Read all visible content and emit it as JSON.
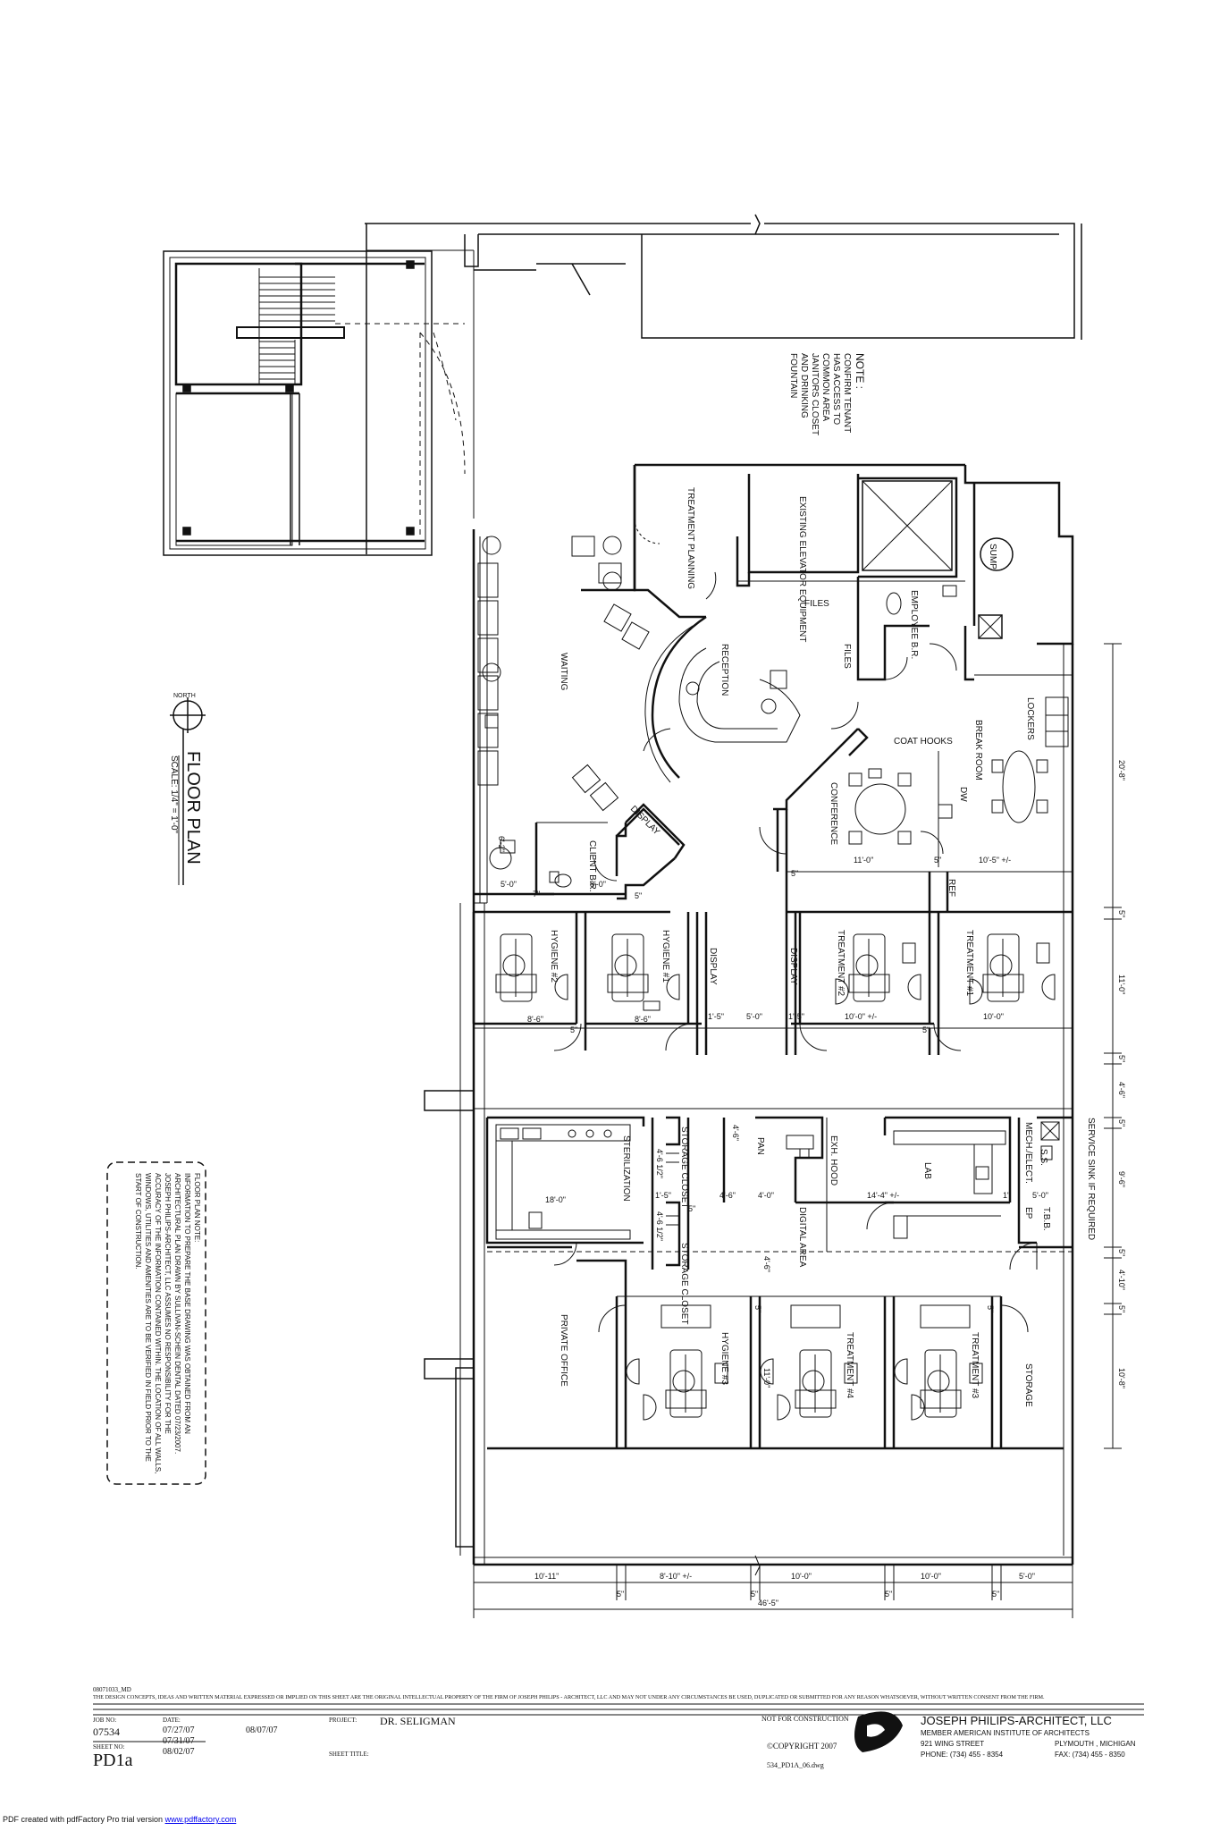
{
  "rooms": {
    "waiting": "WAITING",
    "reception": "RECEPTION",
    "treatment_planning": "TREATMENT PLANNING",
    "existing_elevator": "EXISTING ELEVATOR EQUIPMENT",
    "files_1": "FILES",
    "files_2": "FILES",
    "employee_bathroom": "EMPLOYEE B.R.",
    "sump": "SUMP",
    "client_bathroom": "CLIENT B.R.",
    "display_1": "DISPLAY",
    "display_2": "DISPLAY",
    "display_3": "DISPLAY",
    "coat_hooks": "COAT HOOKS",
    "conference": "CONFERENCE",
    "break_room": "BREAK ROOM",
    "dw": "DW",
    "lockers": "LOCKERS",
    "ref": "REF",
    "hygiene_2": "HYGIENE #2",
    "hygiene_1": "HYGIENE #1",
    "treatment_2": "TREATMENT #2",
    "treatment_1": "TREATMENT #1",
    "sterilization": "STERILIZATION",
    "storage_closet_1": "STORAGE CLOSET",
    "storage_closet_2": "STORAGE CLOSET",
    "pan": "PAN",
    "exh_hood": "EXH. HOOD",
    "digital_area": "DIGITAL AREA",
    "lab": "LAB",
    "mech_elect": "MECH./ELECT.",
    "ss": "S.S.",
    "ep": "EP",
    "tbb": "T.B.B.",
    "service_sink": "SERVICE SINK IF REQUIRED",
    "private_office": "PRIVATE OFFICE",
    "hygiene_3": "HYGIENE #3",
    "treatment_4": "TREATMENT #4",
    "treatment_3": "TREATMENT #3",
    "storage": "STORAGE"
  },
  "note": {
    "heading": "NOTE :",
    "lines": [
      "CONFIRM TENANT",
      "HAS ACCESS TO",
      "COMMON AREA",
      "JANITORS CLOSET",
      "AND DRINKING",
      "FOUNTAIN"
    ]
  },
  "floor_plan_title": {
    "north": "NORTH",
    "title": "FLOOR PLAN",
    "scale": "SCALE: 1/4\" = 1'-0\""
  },
  "floor_plan_note": {
    "heading": "FLOOR PLAN NOTE:",
    "lines": [
      "INFORMATION TO PREPARE THE BASE DRAWING WAS OBTAINED FROM AN",
      "ARCHITECTURAL PLAN DRAWN BY SULLIVAN-SCHEIN DENTAL DATED 07/23/2007.",
      "JOSEPH PHILIPS-ARCHITECT, LLC ASSUMES NO RESPONSIBILITY FOR THE",
      "ACCURACY OF THE INFORMATION CONTAINED WITHIN. THE LOCATION OF ALL WALLS,",
      "WINDOWS, UTILITIES AND AMENITIES ARE TO BE VERIFIED IN FIELD PRIOR TO THE",
      "START OF CONSTRUCTION."
    ]
  },
  "dimensions": {
    "d_20_8": "20'-8\"",
    "d_5_a": "5\"",
    "d_11_0_right": "11'-0\"",
    "d_5_b": "5\"",
    "d_4_6_right": "4'-6\"",
    "d_5_c": "5\"",
    "d_9_6": "9'-6\"",
    "d_5_d": "5\"",
    "d_4_10_right": "4'-10\"",
    "d_5_e": "5\"",
    "d_10_8": "10'-8\"",
    "d_6_2": "6'-2\"",
    "d_5_0_a": "5'-0\"",
    "d_7": "7\"",
    "d_8_0": "8'-0\"",
    "d_5_f": "5\"",
    "d_11_0_conf": "11'-0\"",
    "d_5_g": "5\"",
    "d_10_5": "10'-5\" +/-",
    "d_5_h": "5\"",
    "d_8_6_a": "8'-6\"",
    "d_5_i": "5\"",
    "d_8_6_b": "8'-6\"",
    "d_1_5_a": "1'-5\"",
    "d_5_0_mid": "5'-0\"",
    "d_1_5_b": "1'-5\"",
    "d_10_0_a": "10'-0\" +/-",
    "d_5_j": "5\"",
    "d_10_0_b": "10'-0\"",
    "d_4_6_pan": "4'-6\"",
    "d_4_6_st1": "4'-6 1/2\"",
    "d_18_0": "18'-0\"",
    "d_1_5_c": "1'-5\"",
    "d_5_k": "5\"",
    "d_4_6_st2": "4'-6 1/2\"",
    "d_4_6_mid": "4'-6\"",
    "d_4_0": "4'-0\"",
    "d_14_4": "14'-4\" +/-",
    "d_1": "1\"",
    "d_5_0_b": "5'-0\"",
    "d_4_6_low": "4'-6\"",
    "d_11_0_low": "11'-0\"",
    "d_5_l": "5\"",
    "d_5_m": "5\"",
    "d_10_11": "10'-11\"",
    "d_8_10": "8'-10\" +/-",
    "d_10_0_c": "10'-0\"",
    "d_10_0_d": "10'-0\"",
    "d_5_0_c": "5'-0\"",
    "d_5_n": "5\"",
    "d_5_o": "5\"",
    "d_5_p": "5\"",
    "d_5_q": "5\"",
    "d_46_5": "46'-5\""
  },
  "title_block": {
    "file_id": "08071033_MD",
    "disclaimer": "THE DESIGN CONCEPTS, IDEAS AND WRITTEN MATERIAL EXPRESSED OR IMPLIED ON THIS SHEET ARE THE ORIGINAL INTELLECTUAL PROPERTY OF THE FIRM OF JOSEPH PHILIPS - ARCHITECT, LLC AND MAY NOT UNDER ANY CIRCUMSTANCES BE USED, DUPLICATED OR SUBMITTED FOR ANY REASON WHATSOEVER, WITHOUT WRITTEN CONSENT FROM THE FIRM.",
    "job_no_label": "JOB NO:",
    "job_no": "07534",
    "date_label": "DATE:",
    "dates": [
      "07/27/07",
      "07/31/07",
      "08/02/07"
    ],
    "date_extra": "08/07/07",
    "sheet_no_label": "SHEET NO:",
    "sheet_no": "PD1a",
    "project_label": "PROJECT:",
    "project": "DR. SELIGMAN",
    "sheet_title_label": "SHEET TITLE:",
    "not_for_construction": "NOT FOR CONSTRUCTION",
    "copyright": "©COPYRIGHT 2007",
    "dwg_file": "534_PD1A_06.dwg",
    "firm_name": "JOSEPH PHILIPS-ARCHITECT, LLC",
    "firm_member": "MEMBER AMERICAN INSTITUTE OF ARCHITECTS",
    "firm_street": "921 WING STREET",
    "firm_city": "PLYMOUTH , MICHIGAN",
    "firm_phone": "PHONE: (734) 455 - 8354",
    "firm_fax": "FAX: (734) 455 - 8350"
  },
  "footer": {
    "pdf_prefix": "PDF created with pdfFactory Pro trial version ",
    "pdf_link": "www.pdffactory.com",
    "link_color": "#0000ee"
  }
}
